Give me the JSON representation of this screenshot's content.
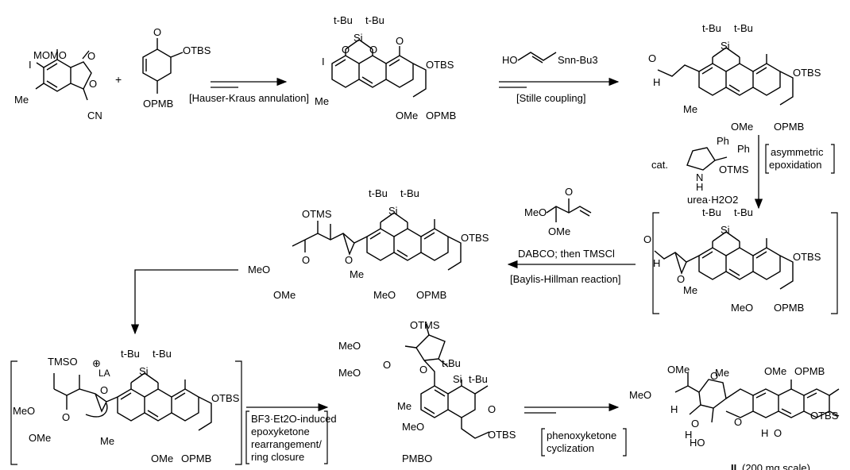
{
  "scheme": {
    "step_labels": {
      "hauser": "[Hauser-Kraus annulation]",
      "stille": "[Stille coupling]",
      "asym1": "asymmetric",
      "asym2": "epoxidation",
      "bh_reagent": "DABCO; then TMSCl",
      "bh_name": "[Baylis-Hillman reaction]",
      "bf3_1": "BF3·Et2O-induced",
      "bf3_2": "epoxyketone",
      "bf3_3": "rearrangement/",
      "bf3_4": "ring closure",
      "phen1": "phenoxyketone",
      "phen2": "cyclization"
    },
    "reagents": {
      "stannane_ho": "HO",
      "stannane_sn": "Snn-Bu3",
      "cat": "cat.",
      "ph1": "Ph",
      "ph2": "Ph",
      "otms_cat": "OTMS",
      "nh": "N",
      "h_nh": "H",
      "urea": "urea·H2O2",
      "plus": "+",
      "dimethoxy_meo": "MeO",
      "dimethoxy_ome": "OMe"
    },
    "groups": {
      "tbu": "t-Bu",
      "si": "Si",
      "o": "O",
      "ome": "OMe",
      "meo": "MeO",
      "opmb": "OPMB",
      "pmbo": "PMBO",
      "otbs": "OTBS",
      "otms": "OTMS",
      "tmso": "TMSO",
      "momo": "MOMO",
      "me": "Me",
      "cn": "CN",
      "i": "I",
      "h": "H",
      "ho": "HO",
      "la": "LA",
      "plus_circ": "⊕"
    },
    "product": {
      "label": "II",
      "scale": "(200 mg scale)"
    }
  }
}
